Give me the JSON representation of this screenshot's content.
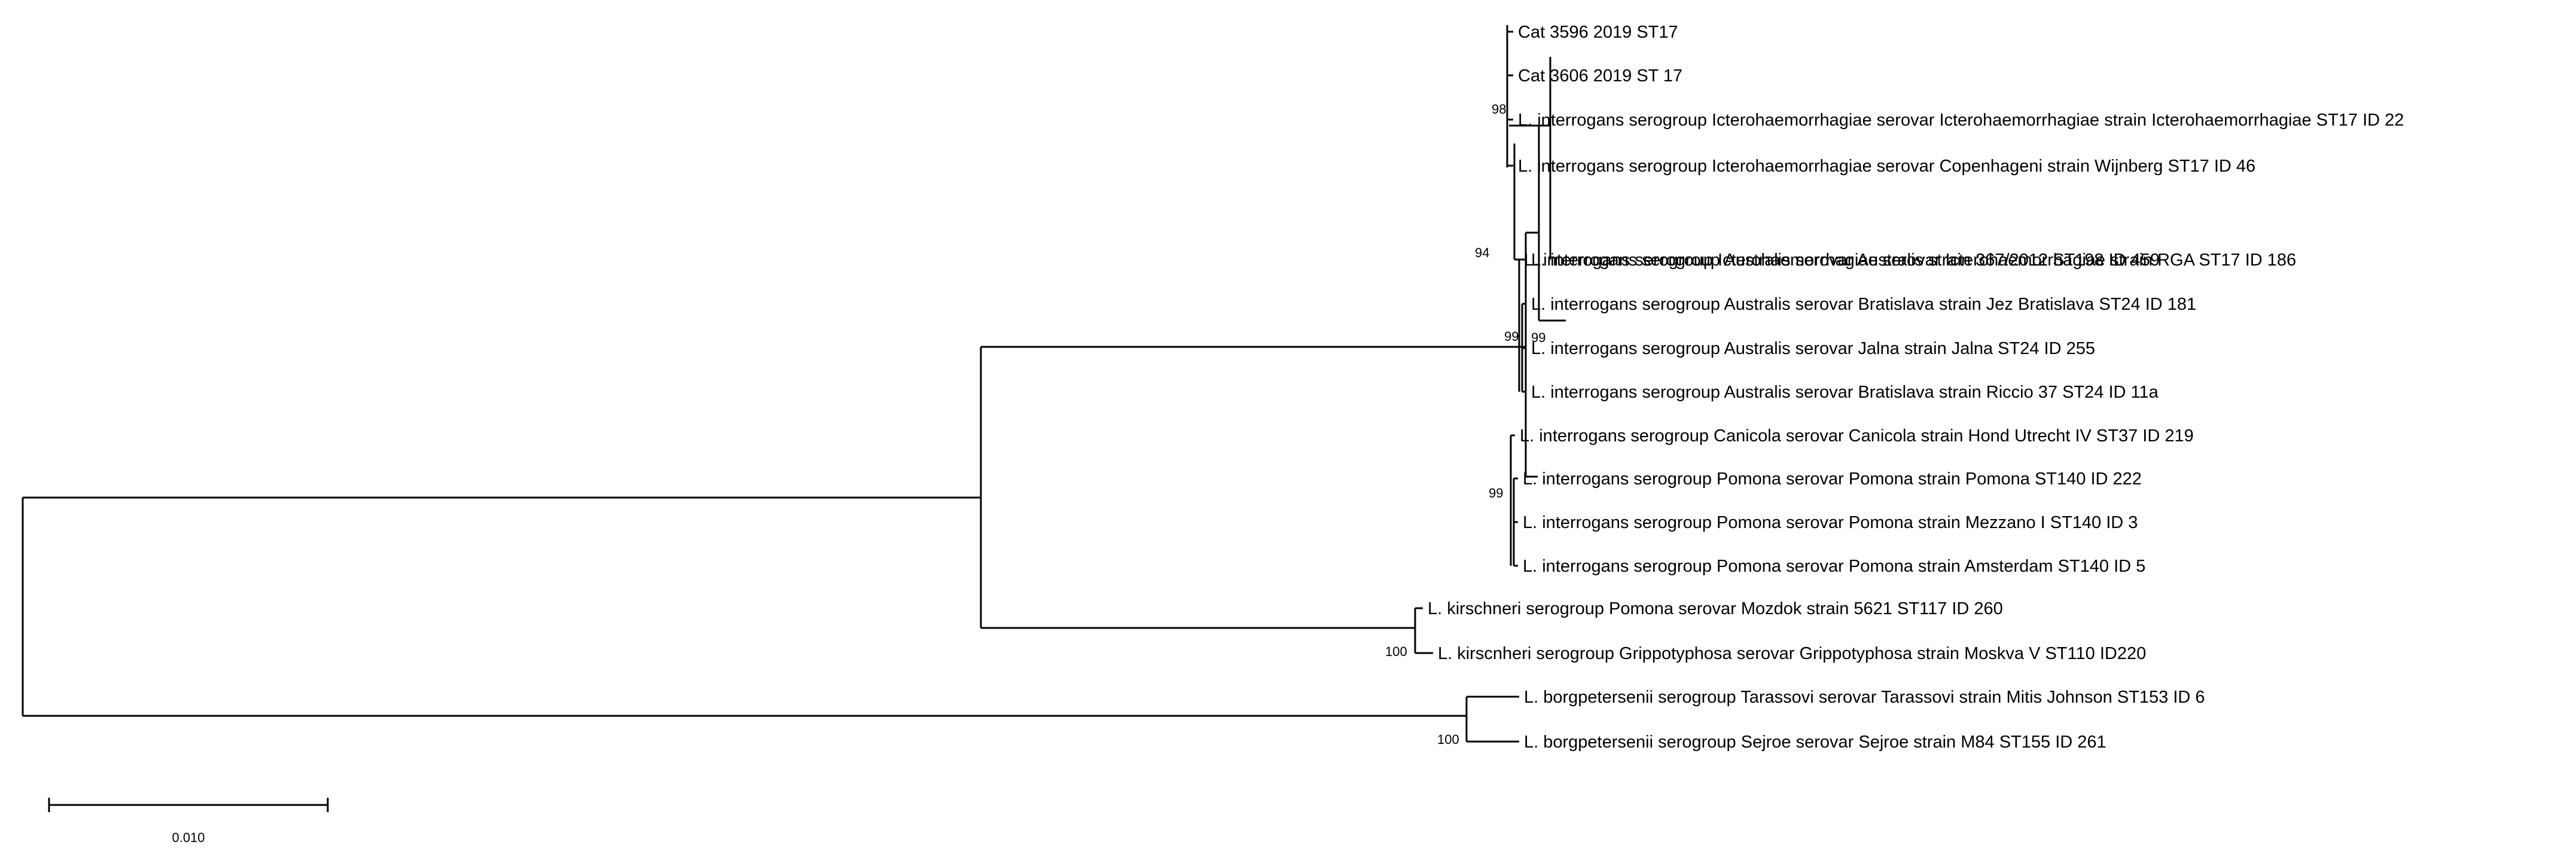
{
  "tree": {
    "taxa": [
      {
        "id": "t1",
        "label": "Cat 3596 2019 ST17"
      },
      {
        "id": "t2",
        "label": "Cat 3606 2019 ST 17"
      },
      {
        "id": "t3",
        "label": "L. interrogans serogroup Icterohaemorrhagiae serovar Icterohaemorrhagiae strain Icterohaemorrhagiae ST17 ID 22"
      },
      {
        "id": "t4",
        "label": "L. interrogans serogroup Icterohaemorrhagiae serovar Copenhageni strain Wijnberg ST17 ID 46"
      },
      {
        "id": "t5",
        "label": "L. interrogans serogroup Icterohaemorrhagiae serovar Icterohaemorrhagiae strain RGA ST17 ID 186"
      },
      {
        "id": "t6",
        "label": "L. interrogans serogroup Australis serovar Australis strain 367/2012 ST198 ID 459"
      },
      {
        "id": "t7",
        "label": "L. interrogans serogroup Australis serovar Bratislava strain Jez Bratislava ST24 ID 181"
      },
      {
        "id": "t8",
        "label": "L. interrogans serogroup Australis serovar Jalna strain Jalna ST24 ID 255"
      },
      {
        "id": "t9",
        "label": "L. interrogans serogroup Australis serovar Bratislava strain Riccio 37 ST24 ID 11a"
      },
      {
        "id": "t10",
        "label": "L. interrogans serogroup Canicola serovar Canicola strain Hond Utrecht IV ST37 ID 219"
      },
      {
        "id": "t11",
        "label": "L. interrogans serogroup Pomona serovar Pomona strain Pomona ST140 ID 222"
      },
      {
        "id": "t12",
        "label": "L. interrogans serogroup Pomona serovar Pomona strain Mezzano I ST140 ID 3"
      },
      {
        "id": "t13",
        "label": "L. interrogans serogroup Pomona serovar Pomona strain Amsterdam ST140 ID 5"
      },
      {
        "id": "t14",
        "label": "L. kirschneri serogroup Pomona serovar Mozdok strain 5621 ST117 ID 260"
      },
      {
        "id": "t15",
        "label": "L. kirscnheri serogroup Grippotyphosa serovar Grippotyphosa strain Moskva V ST110 ID220"
      },
      {
        "id": "t16",
        "label": "L. borgpetersenii serogroup Tarassovi serovar Tarassovi strain Mitis Johnson ST153 ID 6"
      },
      {
        "id": "t17",
        "label": "L. borgpetersenii serogroup Sejroe serovar Sejroe strain M84 ST155 ID 261"
      }
    ],
    "bootstrap_values": [
      {
        "node": "icterohaemorrhagiae-clade",
        "value": "98"
      },
      {
        "node": "icterohaemorrhagiae-australis-clade",
        "value": "94"
      },
      {
        "node": "interrogans-clade",
        "value": "99"
      },
      {
        "node": "australis-clade",
        "value": "99"
      },
      {
        "node": "canicola-pomona-clade",
        "value": "99"
      },
      {
        "node": "kirschneri-clade",
        "value": "100"
      },
      {
        "node": "borgpetersenii-clade",
        "value": "100"
      }
    ],
    "scale_bar": {
      "label": "0.010",
      "value": 0.01
    }
  }
}
